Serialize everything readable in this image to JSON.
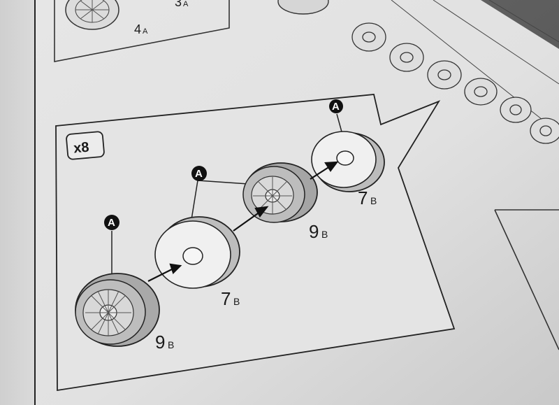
{
  "sheet": {
    "multiplier_badge": "x8",
    "attach_marker": "A",
    "top_labels": [
      {
        "num": "4",
        "sub": "A"
      },
      {
        "num": "3",
        "sub": "A"
      }
    ],
    "parts": [
      {
        "num": "9",
        "sub": "B"
      },
      {
        "num": "7",
        "sub": "B"
      },
      {
        "num": "9",
        "sub": "B"
      },
      {
        "num": "7",
        "sub": "B"
      }
    ]
  }
}
